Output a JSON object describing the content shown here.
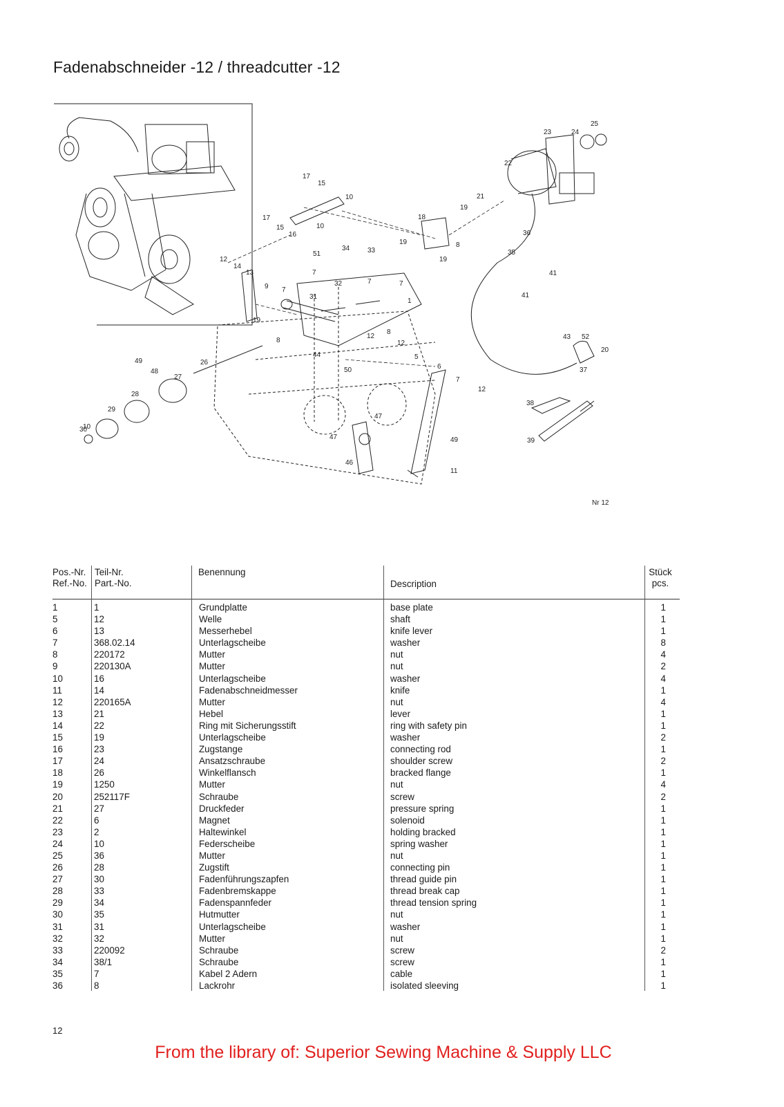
{
  "title": "Fadenabschneider -12 / threadcutter -12",
  "diagram": {
    "labels": [
      "1",
      "5",
      "6",
      "7",
      "7",
      "7",
      "7",
      "7",
      "8",
      "8",
      "8",
      "9",
      "10",
      "10",
      "10",
      "11",
      "12",
      "12",
      "12",
      "12",
      "13",
      "14",
      "15",
      "15",
      "16",
      "17",
      "17",
      "18",
      "19",
      "19",
      "19",
      "19",
      "20",
      "21",
      "22",
      "23",
      "24",
      "25",
      "26",
      "27",
      "28",
      "29",
      "30",
      "31",
      "32",
      "33",
      "34",
      "35",
      "36",
      "37",
      "38",
      "39",
      "41",
      "41",
      "43",
      "44",
      "46",
      "47",
      "47",
      "48",
      "49",
      "49",
      "50",
      "51",
      "52"
    ],
    "small_marks": [
      "Nr 12"
    ]
  },
  "table": {
    "headers": {
      "pos": "Pos.-Nr.\nRef.-No.",
      "teil": "Teil-Nr.\nPart.-No.",
      "benennung": "Benennung",
      "description": "Description",
      "qty": "Stück\npcs."
    },
    "rows": [
      {
        "pos": "1",
        "part": "1",
        "de": "Grundplatte",
        "en": "base plate",
        "qty": "1"
      },
      {
        "pos": "5",
        "part": "12",
        "de": "Welle",
        "en": "shaft",
        "qty": "1"
      },
      {
        "pos": "6",
        "part": "13",
        "de": "Messerhebel",
        "en": "knife lever",
        "qty": "1"
      },
      {
        "pos": "7",
        "part": "368.02.14",
        "de": "Unterlagscheibe",
        "en": "washer",
        "qty": "8"
      },
      {
        "pos": "8",
        "part": "220172",
        "de": "Mutter",
        "en": "nut",
        "qty": "4"
      },
      {
        "pos": "9",
        "part": "220130A",
        "de": "Mutter",
        "en": "nut",
        "qty": "2"
      },
      {
        "pos": "10",
        "part": "16",
        "de": "Unterlagscheibe",
        "en": "washer",
        "qty": "4"
      },
      {
        "pos": "11",
        "part": "14",
        "de": "Fadenabschneidmesser",
        "en": "knife",
        "qty": "1"
      },
      {
        "pos": "12",
        "part": "220165A",
        "de": "Mutter",
        "en": "nut",
        "qty": "4"
      },
      {
        "pos": "13",
        "part": "21",
        "de": "Hebel",
        "en": "lever",
        "qty": "1"
      },
      {
        "pos": "14",
        "part": "22",
        "de": "Ring mit Sicherungsstift",
        "en": "ring with safety pin",
        "qty": "1"
      },
      {
        "pos": "15",
        "part": "19",
        "de": "Unterlagscheibe",
        "en": "washer",
        "qty": "2"
      },
      {
        "pos": "16",
        "part": "23",
        "de": "Zugstange",
        "en": "connecting rod",
        "qty": "1"
      },
      {
        "pos": "17",
        "part": "24",
        "de": "Ansatzschraube",
        "en": "shoulder screw",
        "qty": "2"
      },
      {
        "pos": "18",
        "part": "26",
        "de": "Winkelflansch",
        "en": "bracked flange",
        "qty": "1"
      },
      {
        "pos": "19",
        "part": "1250",
        "de": "Mutter",
        "en": "nut",
        "qty": "4"
      },
      {
        "pos": "20",
        "part": "252117F",
        "de": "Schraube",
        "en": "screw",
        "qty": "2"
      },
      {
        "pos": "21",
        "part": "27",
        "de": "Druckfeder",
        "en": "pressure spring",
        "qty": "1"
      },
      {
        "pos": "22",
        "part": "6",
        "de": "Magnet",
        "en": "solenoid",
        "qty": "1"
      },
      {
        "pos": "23",
        "part": "2",
        "de": "Haltewinkel",
        "en": "holding bracked",
        "qty": "1"
      },
      {
        "pos": "24",
        "part": "10",
        "de": "Federscheibe",
        "en": "spring washer",
        "qty": "1"
      },
      {
        "pos": "25",
        "part": "36",
        "de": "Mutter",
        "en": "nut",
        "qty": "1"
      },
      {
        "pos": "26",
        "part": "28",
        "de": "Zugstift",
        "en": "connecting pin",
        "qty": "1"
      },
      {
        "pos": "27",
        "part": "30",
        "de": "Fadenführungszapfen",
        "en": "thread guide pin",
        "qty": "1"
      },
      {
        "pos": "28",
        "part": "33",
        "de": "Fadenbremskappe",
        "en": "thread break cap",
        "qty": "1"
      },
      {
        "pos": "29",
        "part": "34",
        "de": "Fadenspannfeder",
        "en": "thread tension spring",
        "qty": "1"
      },
      {
        "pos": "30",
        "part": "35",
        "de": "Hutmutter",
        "en": "nut",
        "qty": "1"
      },
      {
        "pos": "31",
        "part": "31",
        "de": "Unterlagscheibe",
        "en": "washer",
        "qty": "1"
      },
      {
        "pos": "32",
        "part": "32",
        "de": "Mutter",
        "en": "nut",
        "qty": "1"
      },
      {
        "pos": "33",
        "part": "220092",
        "de": "Schraube",
        "en": "screw",
        "qty": "2"
      },
      {
        "pos": "34",
        "part": "38/1",
        "de": "Schraube",
        "en": "screw",
        "qty": "1"
      },
      {
        "pos": "35",
        "part": "7",
        "de": "Kabel 2 Adern",
        "en": "cable",
        "qty": "1"
      },
      {
        "pos": "36",
        "part": "8",
        "de": "Lackrohr",
        "en": "isolated sleeving",
        "qty": "1"
      }
    ]
  },
  "page_number": "12",
  "footer": "From the library of: Superior Sewing Machine & Supply LLC"
}
